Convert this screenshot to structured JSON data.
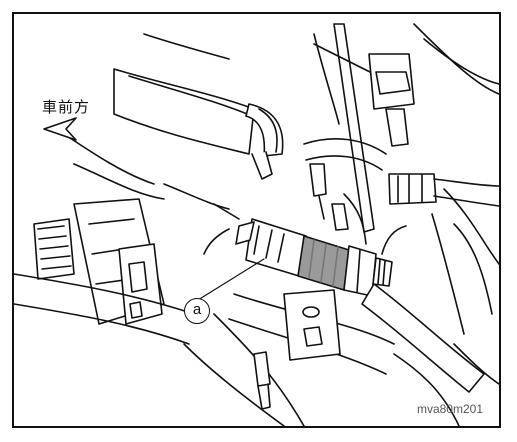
{
  "figure": {
    "direction_label": "車前方",
    "callout_label": "a",
    "figure_code": "mva80m201"
  },
  "icons": {
    "direction_arrow": "front-direction-arrow-icon",
    "callout_marker": "callout-circle-icon"
  },
  "colors": {
    "line": "#111111",
    "sensor_gray": "#9a9a9a",
    "background": "#ffffff"
  }
}
